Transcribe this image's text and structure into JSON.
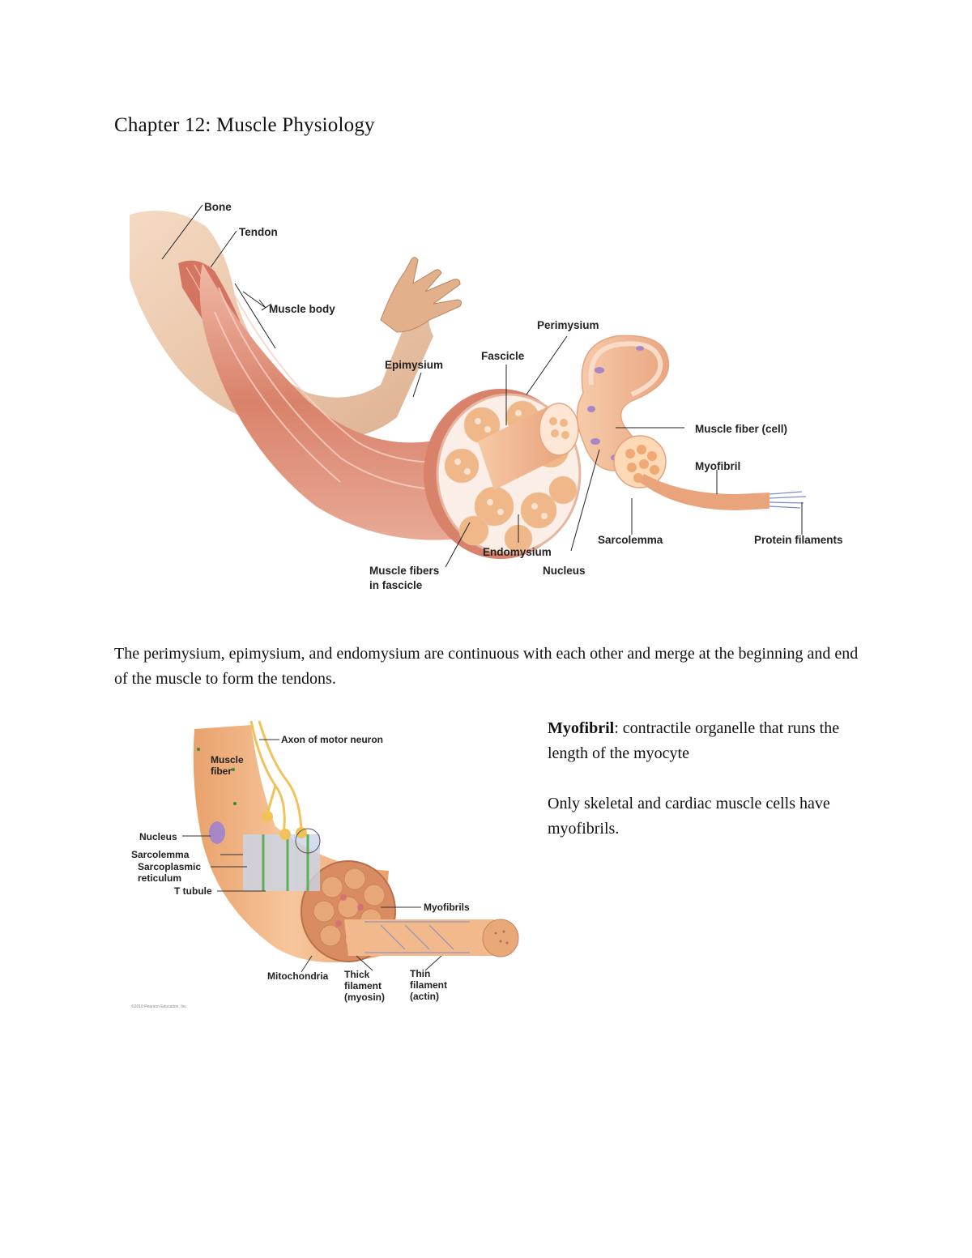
{
  "title": "Chapter 12: Muscle Physiology",
  "figure1": {
    "labels": {
      "bone": "Bone",
      "tendon": "Tendon",
      "muscle_body": "Muscle body",
      "epimysium": "Epimysium",
      "fascicle": "Fascicle",
      "perimysium": "Perimysium",
      "muscle_fiber_cell": "Muscle fiber (cell)",
      "myofibril": "Myofibril",
      "sarcolemma": "Sarcolemma",
      "protein_filaments": "Protein filaments",
      "endomysium": "Endomysium",
      "nucleus": "Nucleus",
      "muscle_fibers_line1": "Muscle fibers",
      "muscle_fibers_line2": "in fascicle"
    }
  },
  "paragraph": "The perimysium, epimysium, and endomysium are continuous with each other and merge at the beginning and end of the muscle to form the tendons.",
  "figure2": {
    "labels": {
      "axon": "Axon of motor neuron",
      "muscle_fiber_line1": "Muscle",
      "muscle_fiber_line2": "fiber",
      "nucleus": "Nucleus",
      "sarcolemma": "Sarcolemma",
      "sr_line1": "Sarcoplasmic",
      "sr_line2": "reticulum",
      "t_tubule": "T tubule",
      "myofibrils": "Myofibrils",
      "mitochondria": "Mitochondria",
      "thick_line1": "Thick",
      "thick_line2": "filament",
      "thick_line3": "(myosin)",
      "thin_line1": "Thin",
      "thin_line2": "filament",
      "thin_line3": "(actin)"
    },
    "copyright": "©2010 Pearson Education, Inc."
  },
  "definition": {
    "term": "Myofibril",
    "text": ": contractile organelle that runs the length of the myocyte",
    "note": "Only skeletal and cardiac muscle cells have myofibrils."
  }
}
